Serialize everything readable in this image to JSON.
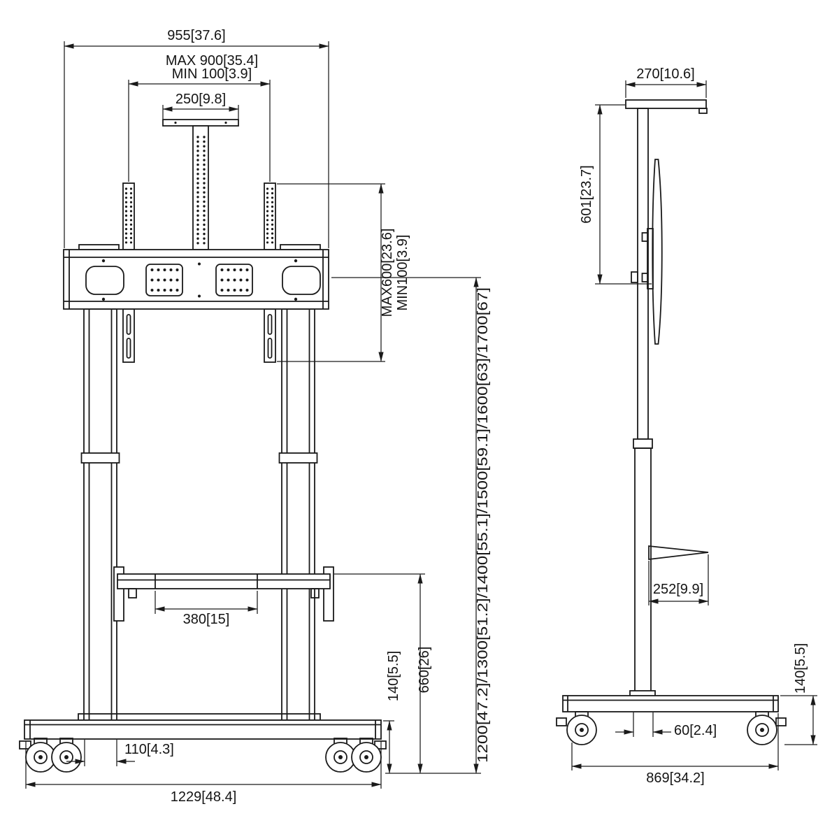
{
  "front": {
    "overall_width": "955[37.6]",
    "vesa_width_max": "MAX 900[35.4]",
    "vesa_width_min": "MIN 100[3.9]",
    "top_shelf_width": "250[9.8]",
    "vesa_height_max": "MAX600[23.6]",
    "vesa_height_min": "MIN100[3.9]",
    "height_options": "1200[47.2]/1300[51.2]/1400[55.1]/1500[59.1]/1600[63]/1700[67]",
    "shelf_clear_width": "380[15]",
    "shelf_height": "660[26]",
    "base_thickness": "140[5.5]",
    "column_width": "110[4.3]",
    "base_width": "1229[48.4]"
  },
  "side": {
    "top_shelf_depth": "270[10.6]",
    "screen_center_drop": "601[23.7]",
    "shelf_depth": "252[9.9]",
    "column_depth": "60[2.4]",
    "base_depth": "869[34.2]",
    "base_thickness": "140[5.5]"
  }
}
